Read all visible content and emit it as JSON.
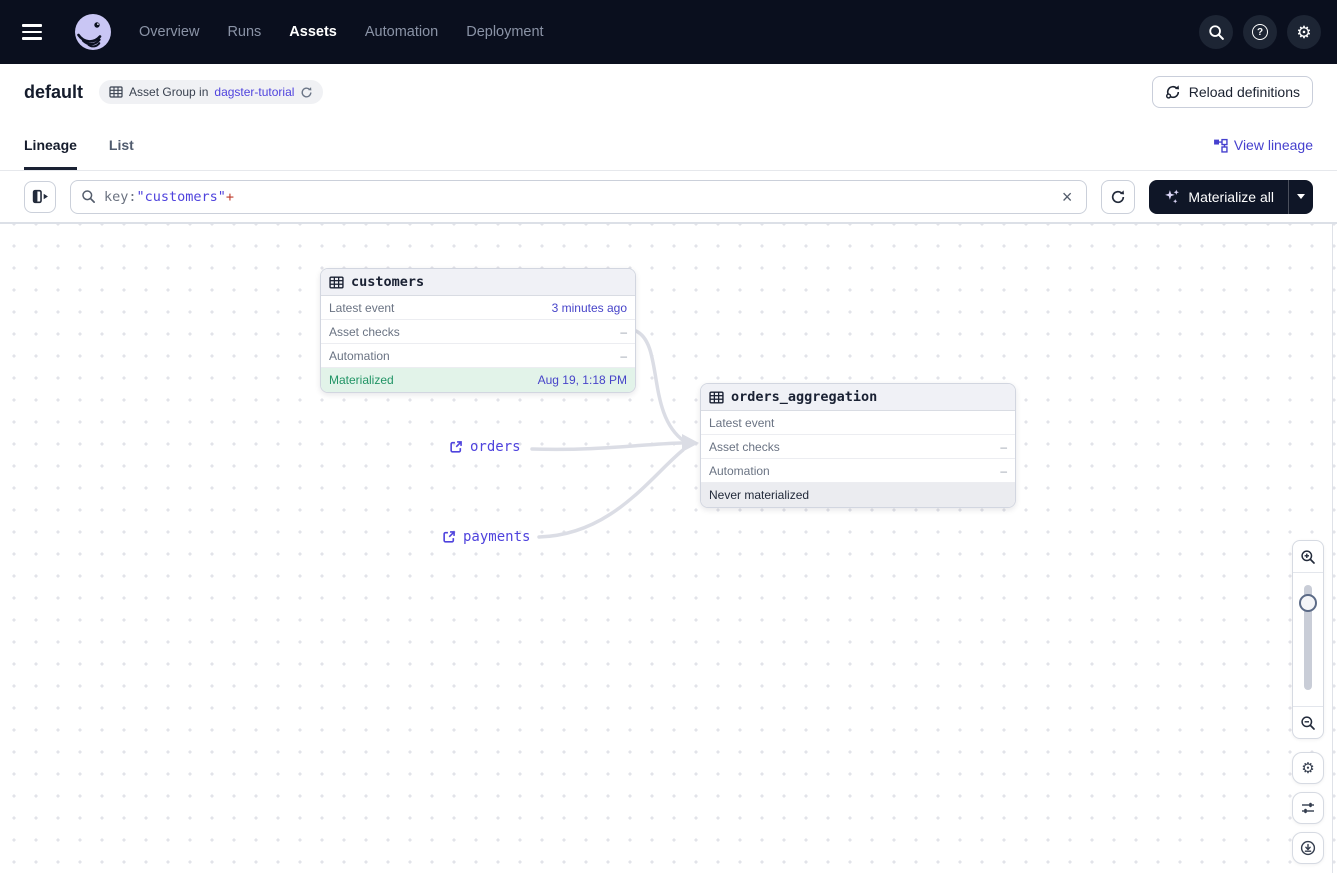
{
  "colors": {
    "nav_bg": "#0A0F1E",
    "accent_link": "#4F43DD",
    "node_value_link": "#4744C9",
    "success_green": "#219465",
    "query_plus_red": "#BE3B2B",
    "edge_gray": "#DBDDE5",
    "logo_lavender": "#C9C6F4"
  },
  "icons": {
    "help_glyph": "?",
    "gear_glyph": "⚙",
    "close_glyph": "×"
  },
  "nav": {
    "items": [
      "Overview",
      "Runs",
      "Assets",
      "Automation",
      "Deployment"
    ],
    "active_item": "Assets"
  },
  "header": {
    "title": "default",
    "badge": {
      "text": "Asset Group in",
      "link": "dagster-tutorial"
    },
    "reload_button": "Reload definitions"
  },
  "tabs": {
    "items": [
      "Lineage",
      "List"
    ],
    "active": "Lineage",
    "view_lineage": "View lineage"
  },
  "toolbar": {
    "search": {
      "prefix": "key:",
      "value": "\"customers\"",
      "suffix": "+"
    },
    "materialize_button": "Materialize all"
  },
  "graph": {
    "nodes": [
      {
        "title": "customers",
        "rows": [
          {
            "label": "Latest event",
            "value": "3 minutes ago"
          },
          {
            "label": "Asset checks",
            "value": "–"
          },
          {
            "label": "Automation",
            "value": "–"
          }
        ],
        "status": {
          "label": "Materialized",
          "value": "Aug 19, 1:18 PM",
          "state": "materialized"
        }
      },
      {
        "title": "orders_aggregation",
        "rows": [
          {
            "label": "Latest event",
            "value": ""
          },
          {
            "label": "Asset checks",
            "value": "–"
          },
          {
            "label": "Automation",
            "value": "–"
          }
        ],
        "status": {
          "label": "Never materialized",
          "value": "",
          "state": "never"
        }
      }
    ],
    "external_assets": [
      {
        "label": "orders"
      },
      {
        "label": "payments"
      }
    ]
  }
}
